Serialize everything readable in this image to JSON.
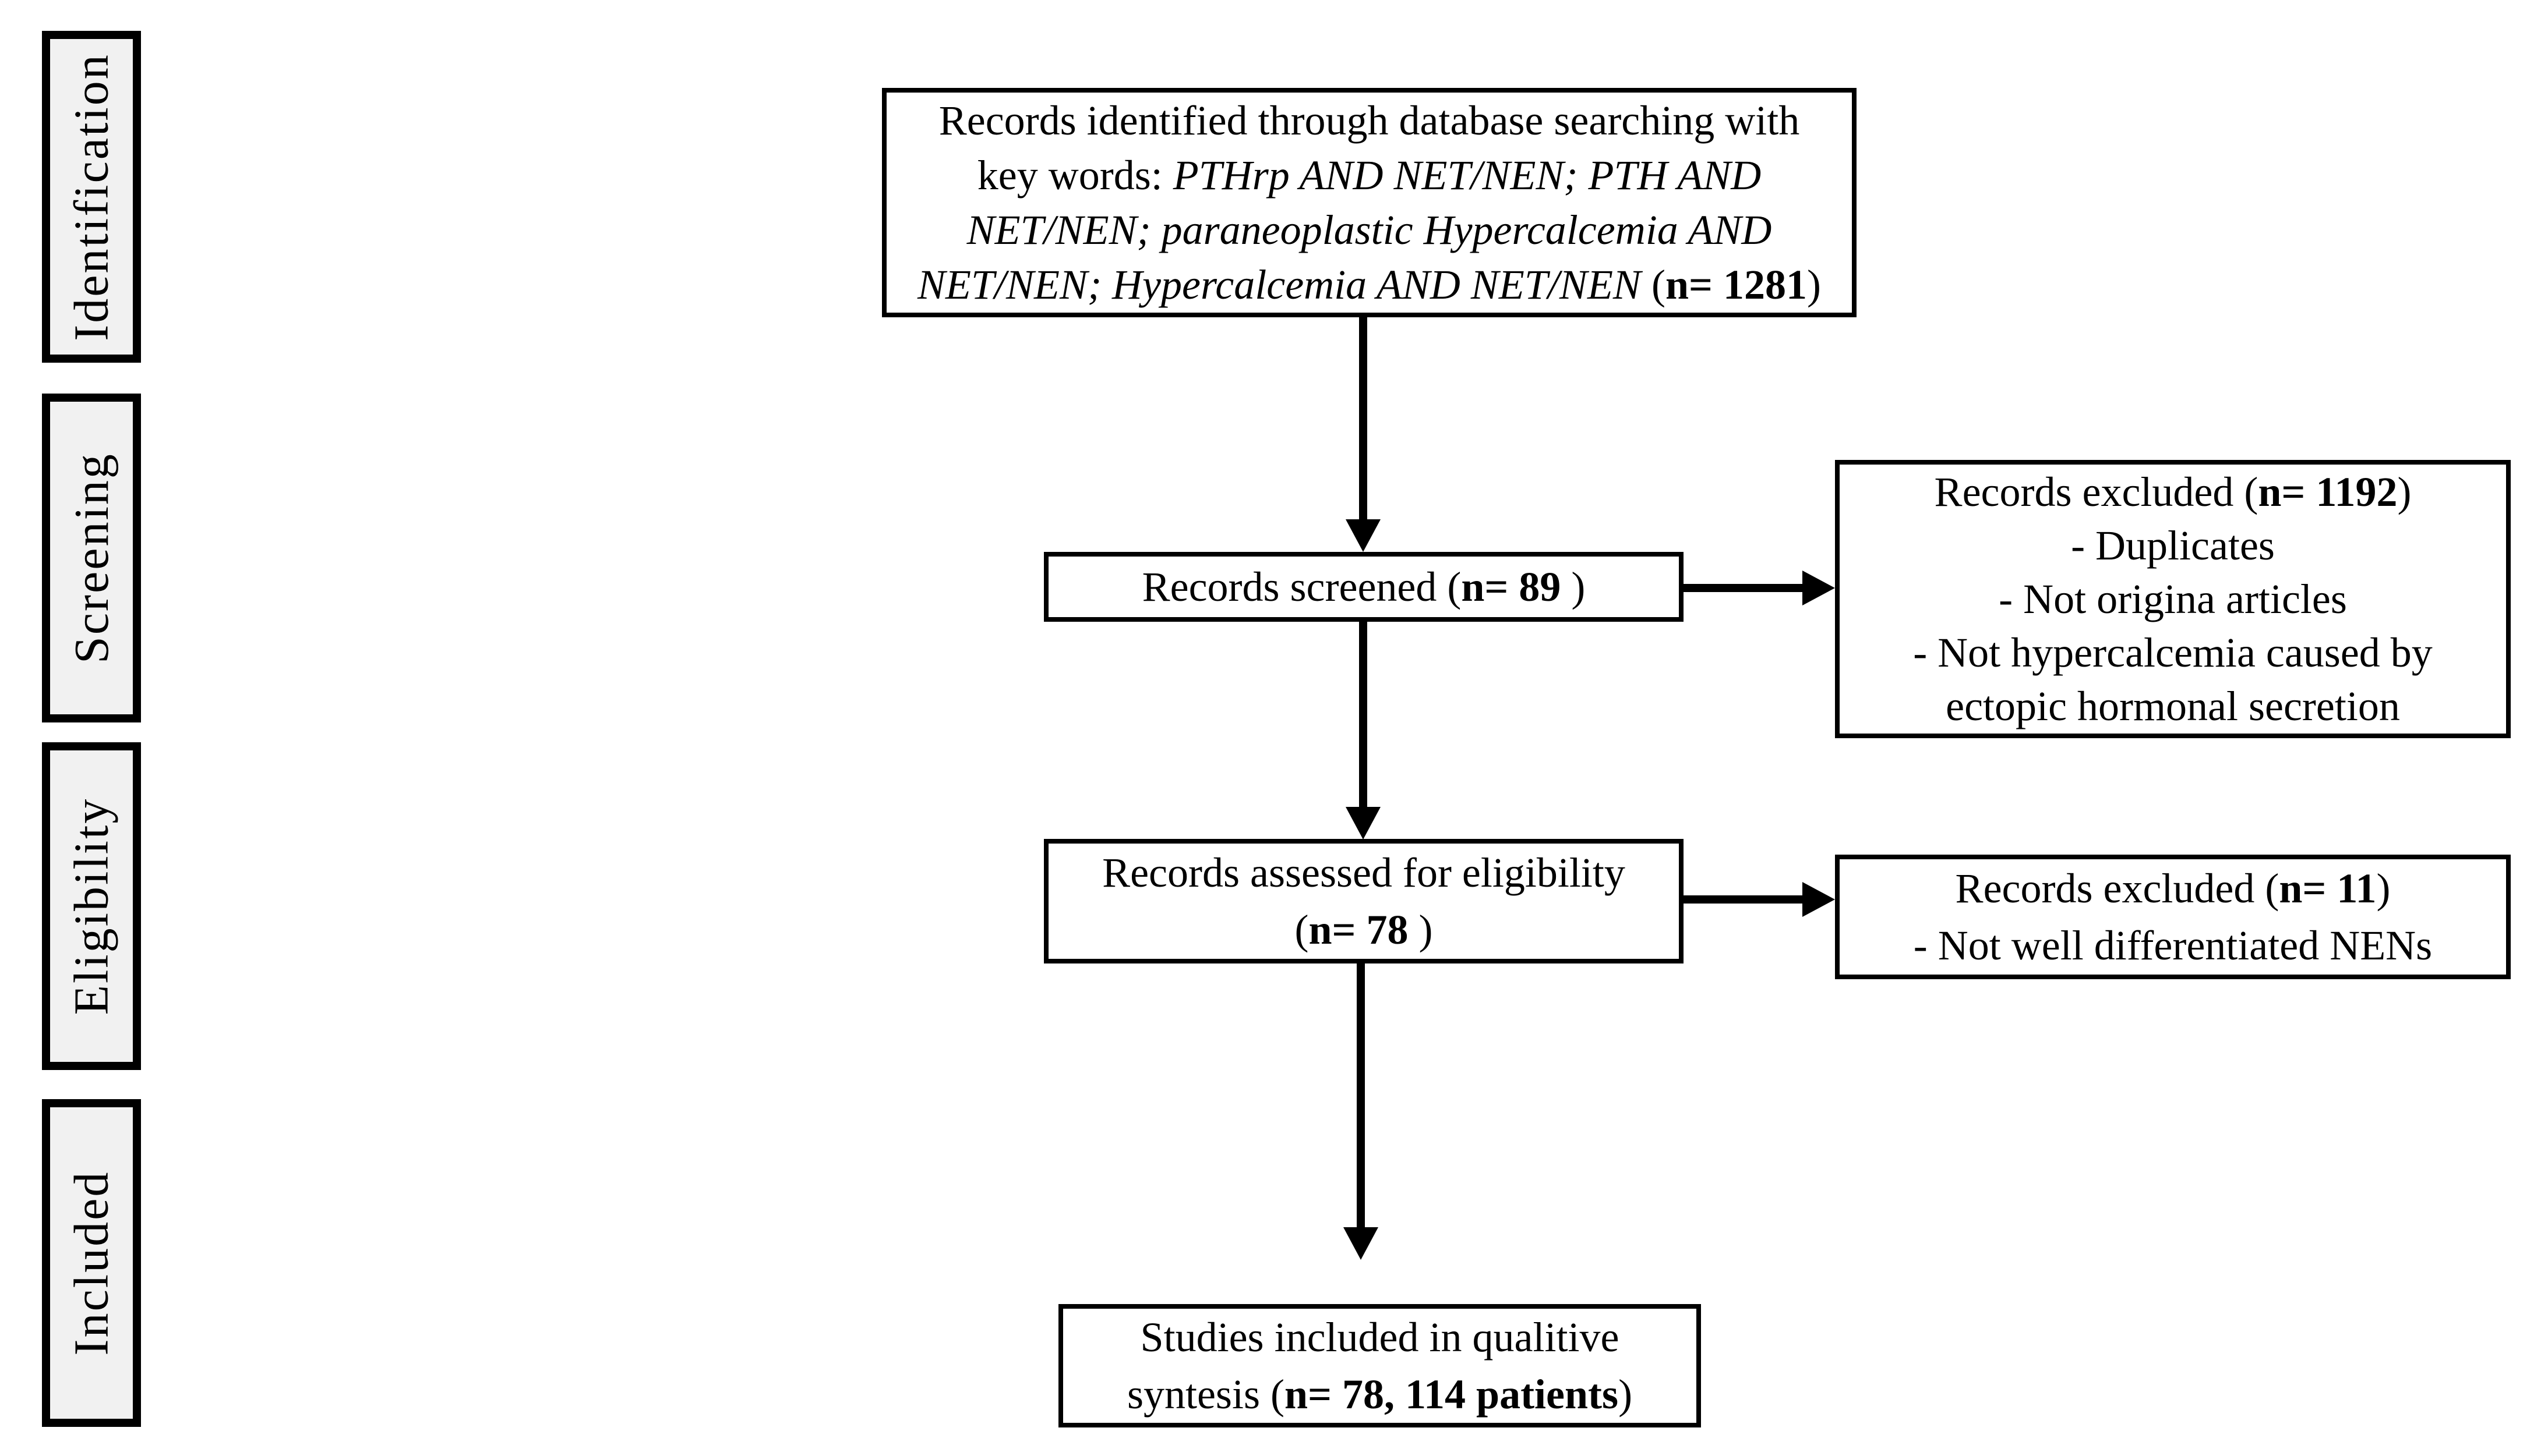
{
  "diagram": {
    "type": "prisma-flow-diagram"
  },
  "colors": {
    "bg": "#ffffff",
    "line": "#000000",
    "text": "#000000",
    "stage_fill": "#f1f1f1"
  },
  "stages": [
    {
      "label": "Identification"
    },
    {
      "label": "Screening"
    },
    {
      "label": "Eligibility"
    },
    {
      "label": "Included"
    }
  ],
  "counts": {
    "records_identified": 1281,
    "records_screened": 89,
    "records_excluded_at_screening": 1192,
    "records_assessed_for_eligibility": 78,
    "records_excluded_at_eligibility": 11,
    "studies_included": 78,
    "patients_included": 114
  },
  "boxes": {
    "identified": {
      "lines": [
        [
          {
            "t": "Records identified through database searching with"
          }
        ],
        [
          {
            "t": "key words: "
          },
          {
            "t": "PTHrp AND NET/NEN; PTH AND",
            "s": "i"
          }
        ],
        [
          {
            "t": "NET/NEN; paraneoplastic Hypercalcemia AND",
            "s": "i"
          }
        ],
        [
          {
            "t": "NET/NEN; Hypercalcemia AND NET/NEN ",
            "s": "i"
          },
          {
            "t": "("
          },
          {
            "t": "n= 1281",
            "s": "b"
          },
          {
            "t": ")"
          }
        ]
      ]
    },
    "screened": {
      "lines": [
        [
          {
            "t": "Records screened ("
          },
          {
            "t": "n= 89",
            "s": "b"
          },
          {
            "t": " )"
          }
        ]
      ]
    },
    "excluded_screening": {
      "lines": [
        [
          {
            "t": "Records excluded ("
          },
          {
            "t": "n= 1192",
            "s": "b"
          },
          {
            "t": ")"
          }
        ],
        [
          {
            "t": "- Duplicates"
          }
        ],
        [
          {
            "t": "- Not origina articles"
          }
        ],
        [
          {
            "t": "- Not hypercalcemia caused by"
          }
        ],
        [
          {
            "t": "ectopic hormonal secretion"
          }
        ]
      ]
    },
    "assessed": {
      "lines": [
        [
          {
            "t": "Records assessed for eligibility"
          }
        ],
        [
          {
            "t": "("
          },
          {
            "t": "n= 78",
            "s": "b"
          },
          {
            "t": " )"
          }
        ]
      ]
    },
    "excluded_eligibility": {
      "lines": [
        [
          {
            "t": "Records excluded ("
          },
          {
            "t": "n= 11",
            "s": "b"
          },
          {
            "t": ")"
          }
        ],
        [
          {
            "t": "- Not well differentiated NENs"
          }
        ]
      ]
    },
    "included": {
      "lines": [
        [
          {
            "t": "Studies included in qualitive"
          }
        ],
        [
          {
            "t": "syntesis ("
          },
          {
            "t": "n= 78, 114 patients",
            "s": "b"
          },
          {
            "t": ")"
          }
        ]
      ]
    }
  }
}
